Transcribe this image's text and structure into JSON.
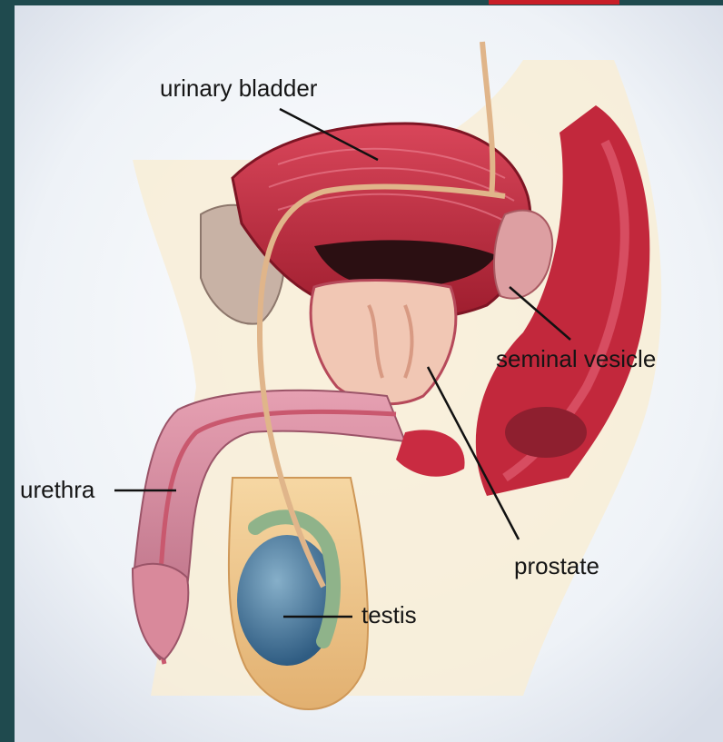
{
  "diagram": {
    "labels": {
      "bladder": "urinary bladder",
      "vesicle": "seminal vesicle",
      "urethra": "urethra",
      "prostate": "prostate",
      "testis": "testis"
    }
  },
  "colors": {
    "frame": "#1f4a4e",
    "accent": "#c81e27",
    "background": "#eef2f6",
    "tissue": "#b8283a",
    "skin": "#e9c07e",
    "testis": "#4f7fa3"
  }
}
